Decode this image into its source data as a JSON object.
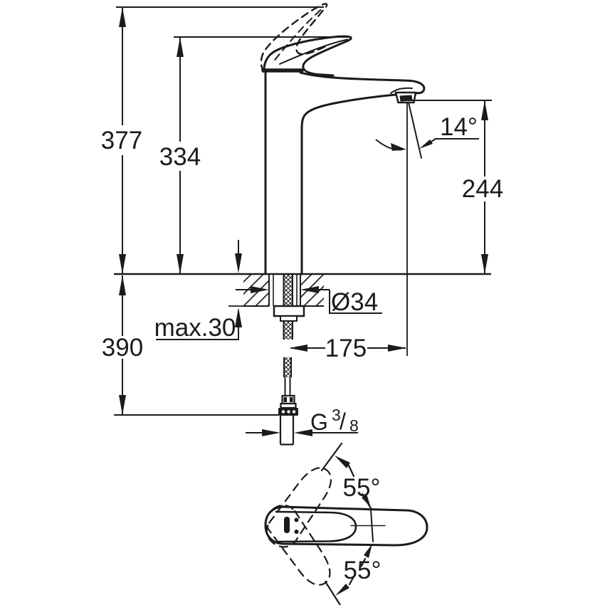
{
  "page": {
    "background": "#ffffff",
    "line_color": "#1b1b1b",
    "description": "technical dimension drawing of a single-lever basin mixer tap, side view with mounting section and top view with swivel angles"
  },
  "dimensions": {
    "overall_height": "377",
    "height_to_spout": "334",
    "outlet_height": "244",
    "length_below_deck": "390",
    "max_deck_thickness": "max.30",
    "hole_diameter": "Ø34",
    "spout_reach": "175",
    "spout_angle": "14°",
    "thread_letter": "G",
    "thread_numerator": "3",
    "thread_slash": "/",
    "thread_denominator": "8",
    "swivel_angle_top": "55°",
    "swivel_angle_bottom": "55°"
  }
}
